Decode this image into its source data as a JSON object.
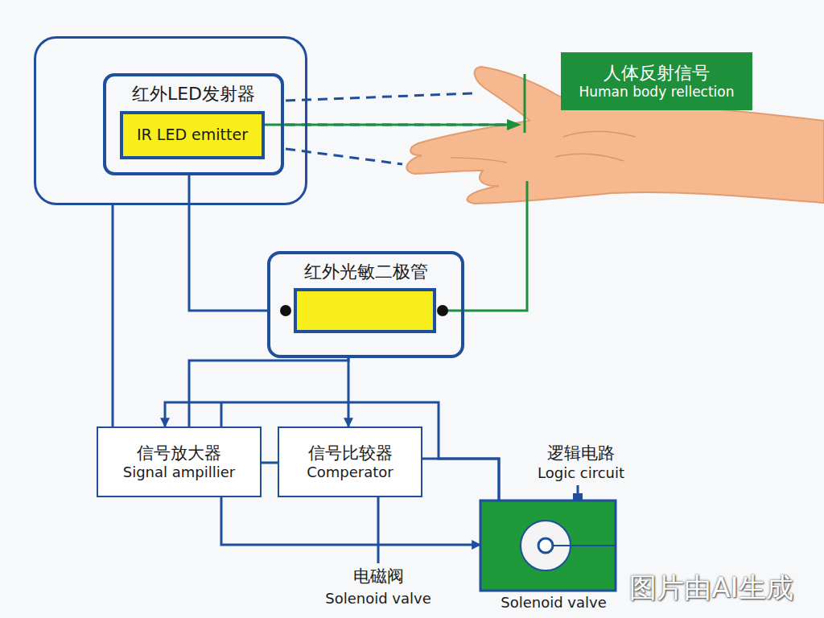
{
  "diagram": {
    "nodes": [
      {
        "text": []
      },
      {
        "text": [
          "红外LED发射器"
        ],
        "in": 0
      },
      {
        "text": [
          "IR LED emitter"
        ],
        "in": 1
      },
      {
        "text": [
          "人体反射信号",
          "Human body rellection"
        ]
      },
      {
        "text": [
          "红外光敏二极管"
        ]
      },
      {
        "text": [
          "信号放大器",
          "Signal ampillier"
        ]
      },
      {
        "text": [
          "信号比较器",
          "Comperator"
        ]
      },
      {
        "text": [
          "逻辑电路",
          "Logic circuit",
          "Solenoid valve"
        ]
      }
    ],
    "edges": [
      {
        "from": 0,
        "to": 5,
        "arrow": "none"
      },
      {
        "from": 1,
        "to": 4,
        "arrow": "none"
      },
      {
        "from": 4,
        "to": 6,
        "arrow": "to"
      },
      {
        "from": 4,
        "to": 5,
        "arrow": "none"
      },
      {
        "from": 7,
        "to": 5,
        "arrow": "to"
      },
      {
        "from": 6,
        "to": 7,
        "arrow": "none"
      },
      {
        "from": 5,
        "to": 6,
        "arrow": "none"
      },
      {
        "from": 5,
        "to": 7,
        "arrow": "to"
      }
    ],
    "labels": [
      "电磁阀",
      "Solenoid valve",
      "图片由AI生成"
    ]
  }
}
